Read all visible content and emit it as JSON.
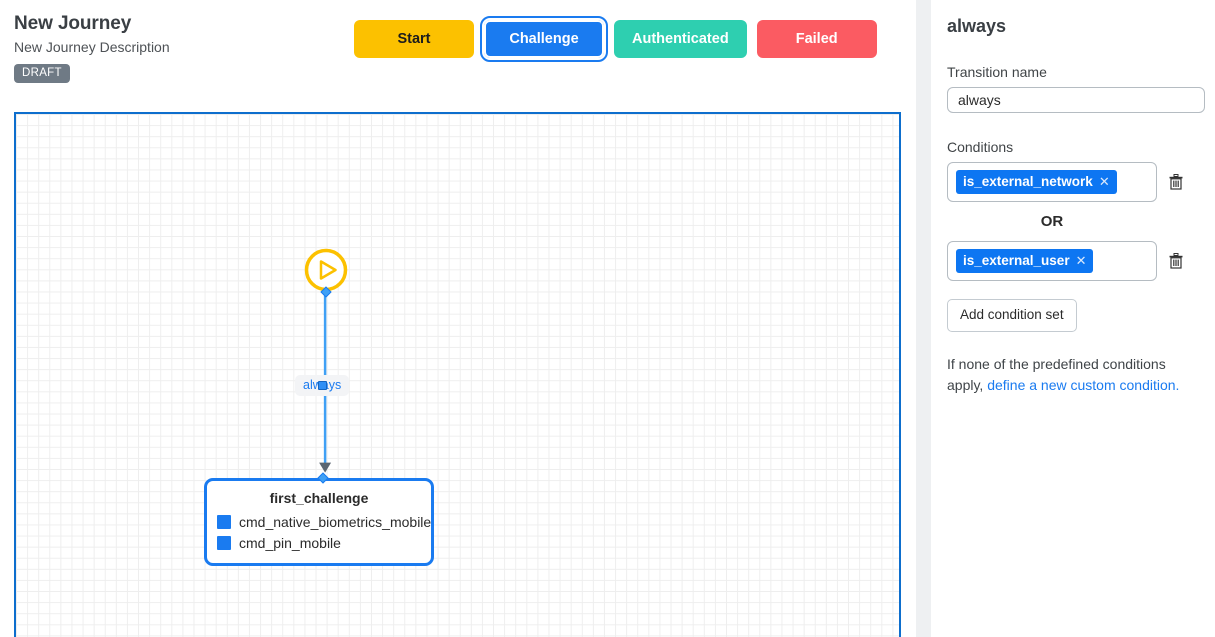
{
  "header": {
    "title": "New Journey",
    "description": "New Journey Description",
    "status_badge": "DRAFT"
  },
  "state_buttons": [
    {
      "label": "Start",
      "color": "#fcc100",
      "selected": false
    },
    {
      "label": "Challenge",
      "color": "#1a7bf0",
      "selected": true
    },
    {
      "label": "Authenticated",
      "color": "#2ecfb0",
      "selected": false
    },
    {
      "label": "Failed",
      "color": "#fb5b62",
      "selected": false
    }
  ],
  "canvas": {
    "border_color": "#0d6ecd",
    "grid_color": "#eeeeee",
    "start_node": {
      "icon": "play-icon",
      "color": "#fcc100"
    },
    "edge": {
      "label": "always",
      "color": "#1a7bf0"
    },
    "challenge_node": {
      "title": "first_challenge",
      "border_color": "#1a7bf0",
      "items": [
        {
          "label": "cmd_native_biometrics_mobile",
          "chip_color": "#1a7bf0"
        },
        {
          "label": "cmd_pin_mobile",
          "chip_color": "#1a7bf0"
        }
      ]
    }
  },
  "panel": {
    "title": "always",
    "transition_name_label": "Transition name",
    "transition_name_value": "always",
    "transition_name_placeholder": "Transition name",
    "conditions_label": "Conditions",
    "condition_sets": [
      {
        "tag": "is_external_network",
        "remove_icon": "close-icon",
        "delete_icon": "trash-icon"
      },
      {
        "tag": "is_external_user",
        "remove_icon": "close-icon",
        "delete_icon": "trash-icon"
      }
    ],
    "or_separator": "OR",
    "add_condition_set_label": "Add condition set",
    "hint_prefix": "If none of the predefined conditions apply, ",
    "hint_link": "define a new custom condition.",
    "accent_color": "#1a7bf0"
  }
}
